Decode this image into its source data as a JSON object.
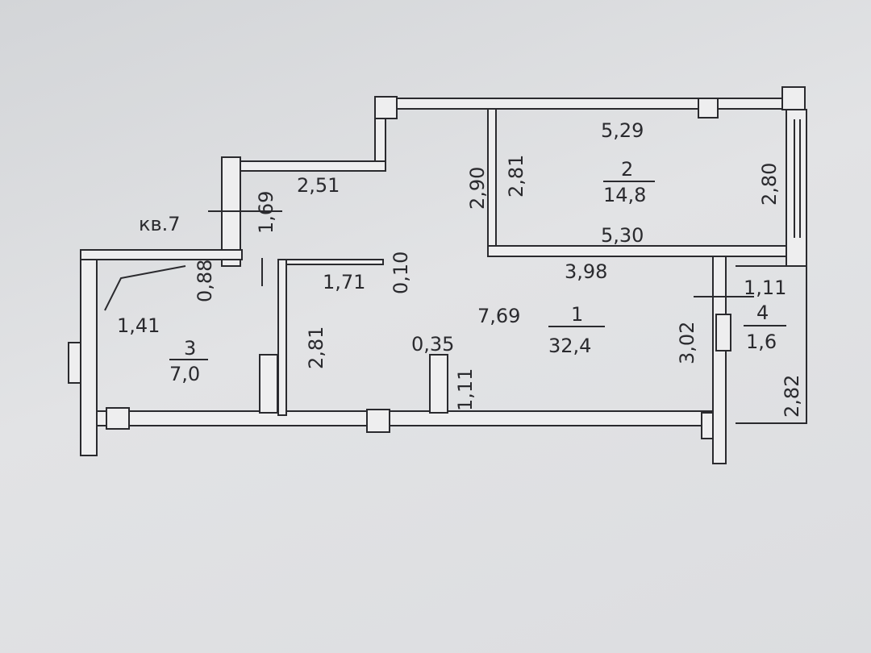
{
  "apartment_label": "кв.7",
  "rooms": {
    "r1": {
      "number": "1",
      "area": "32,4"
    },
    "r2": {
      "number": "2",
      "area": "14,8"
    },
    "r3": {
      "number": "3",
      "area": "7,0"
    },
    "r4": {
      "number": "4",
      "area": "1,6"
    }
  },
  "dimensions": {
    "d251": "2,51",
    "d169": "1,69",
    "d290": "2,90",
    "d281a": "2,81",
    "d529": "5,29",
    "d280": "2,80",
    "d530": "5,30",
    "d398": "3,98",
    "d010": "0,10",
    "d171": "1,71",
    "d088": "0,88",
    "d141": "1,41",
    "d281b": "2,81",
    "d769": "7,69",
    "d035": "0,35",
    "d111a": "1,11",
    "d302": "3,02",
    "d111b": "1,11",
    "d282": "2,82"
  }
}
